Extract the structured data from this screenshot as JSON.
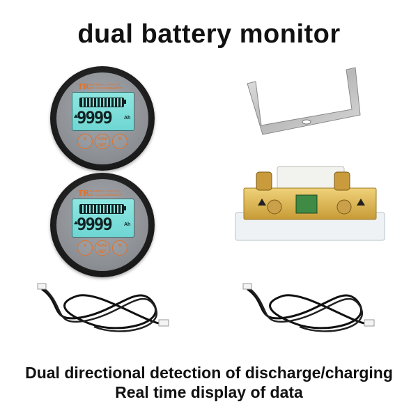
{
  "title": "dual battery monitor",
  "captions": {
    "line1": "Dual directional detection of discharge/charging",
    "line2": "Real time display of data"
  },
  "meter": {
    "brand": "TR",
    "brand_sub": "BATTERY CAPACITY DC COULOMBMETER",
    "display_value": "9999",
    "unit": "Ah",
    "buttons": [
      "V",
      "A/Ah SET",
      "%"
    ]
  },
  "colors": {
    "lcd": "#7fe0dc",
    "accent": "#e0712a",
    "bezel": "#1a1a1a"
  }
}
